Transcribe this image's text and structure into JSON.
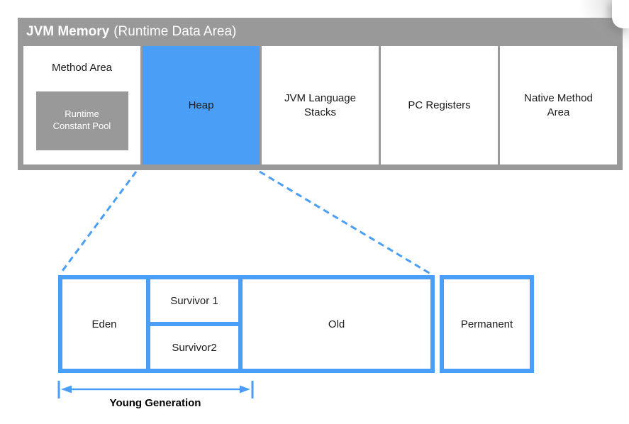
{
  "colors": {
    "gray": "#999999",
    "blue": "#4a9ef5",
    "text": "#1b1b1b",
    "header_text": "#ffffff"
  },
  "header": {
    "title_bold": "JVM Memory",
    "title_regular": "(Runtime Data Area)"
  },
  "top_row": {
    "cells": [
      {
        "label": "Method Area",
        "inner_box": "Runtime Constant Pool"
      },
      {
        "label": "Heap",
        "highlighted": true
      },
      {
        "label": "JVM Language Stacks"
      },
      {
        "label": "PC Registers"
      },
      {
        "label": "Native Method Area"
      }
    ]
  },
  "heap_detail": {
    "eden_label": "Eden",
    "survivor1_label": "Survivor 1",
    "survivor2_label": "Survivor2",
    "old_label": "Old",
    "permanent_label": "Permanent",
    "young_generation_label": "Young Generation"
  }
}
